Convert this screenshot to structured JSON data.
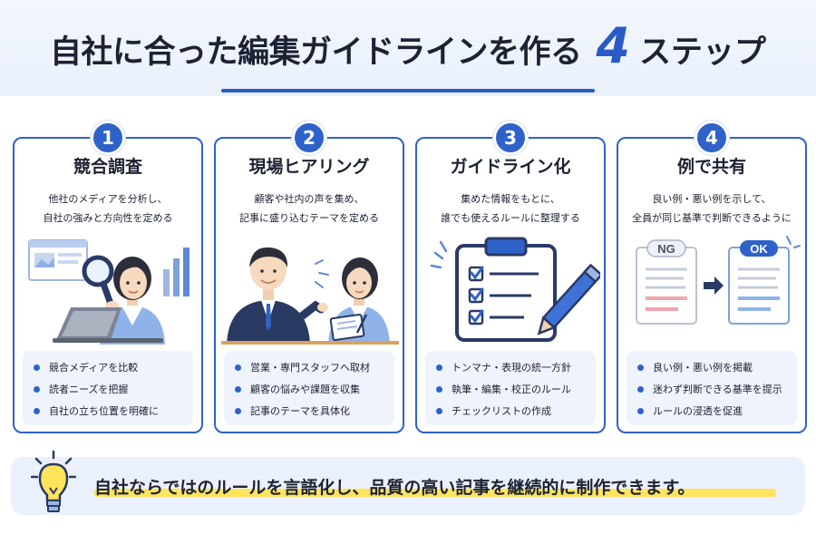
{
  "header": {
    "title_main": "自社に合った編集ガイドラインを作る",
    "title_number": "4",
    "title_suffix": "ステップ"
  },
  "steps": [
    {
      "number": "1",
      "title": "競合調査",
      "desc": [
        "他社のメディアを分析し、",
        "自社の強みと方向性を定める"
      ],
      "items": [
        "競合メディアを比較",
        "読者ニーズを把握",
        "自社の立ち位置を明確に"
      ]
    },
    {
      "number": "2",
      "title": "現場ヒアリング",
      "desc": [
        "顧客や社内の声を集め、",
        "記事に盛り込むテーマを定める"
      ],
      "items": [
        "営業・専門スタッフへ取材",
        "顧客の悩みや課題を収集",
        "記事のテーマを具体化"
      ]
    },
    {
      "number": "3",
      "title": "ガイドライン化",
      "desc": [
        "集めた情報をもとに、",
        "誰でも使えるルールに整理する"
      ],
      "items": [
        "トンマナ・表現の統一方針",
        "執筆・編集・校正のルール",
        "チェックリストの作成"
      ]
    },
    {
      "number": "4",
      "title": "例で共有",
      "desc": [
        "良い例・悪い例を示して、",
        "全員が同じ基準で判断できるように"
      ],
      "items": [
        "良い例・悪い例を掲載",
        "迷わず判断できる基準を提示",
        "ルールの浸透を促進"
      ],
      "ng_label": "NG",
      "ok_label": "OK"
    }
  ],
  "footer": {
    "message": "自社ならではのルールを言語化し、品質の高い記事を継続的に制作できます。"
  },
  "icons": {
    "step1": "magnifier-person-laptop-icon",
    "step2": "interview-people-icon",
    "step3": "clipboard-checklist-pen-icon",
    "step4": "ng-ok-documents-icon",
    "footer": "lightbulb-icon"
  },
  "colors": {
    "accent": "#2f62c9",
    "title_accent": "#2a5bc4",
    "panel": "#eef3fc",
    "highlight": "#ffe45c"
  }
}
